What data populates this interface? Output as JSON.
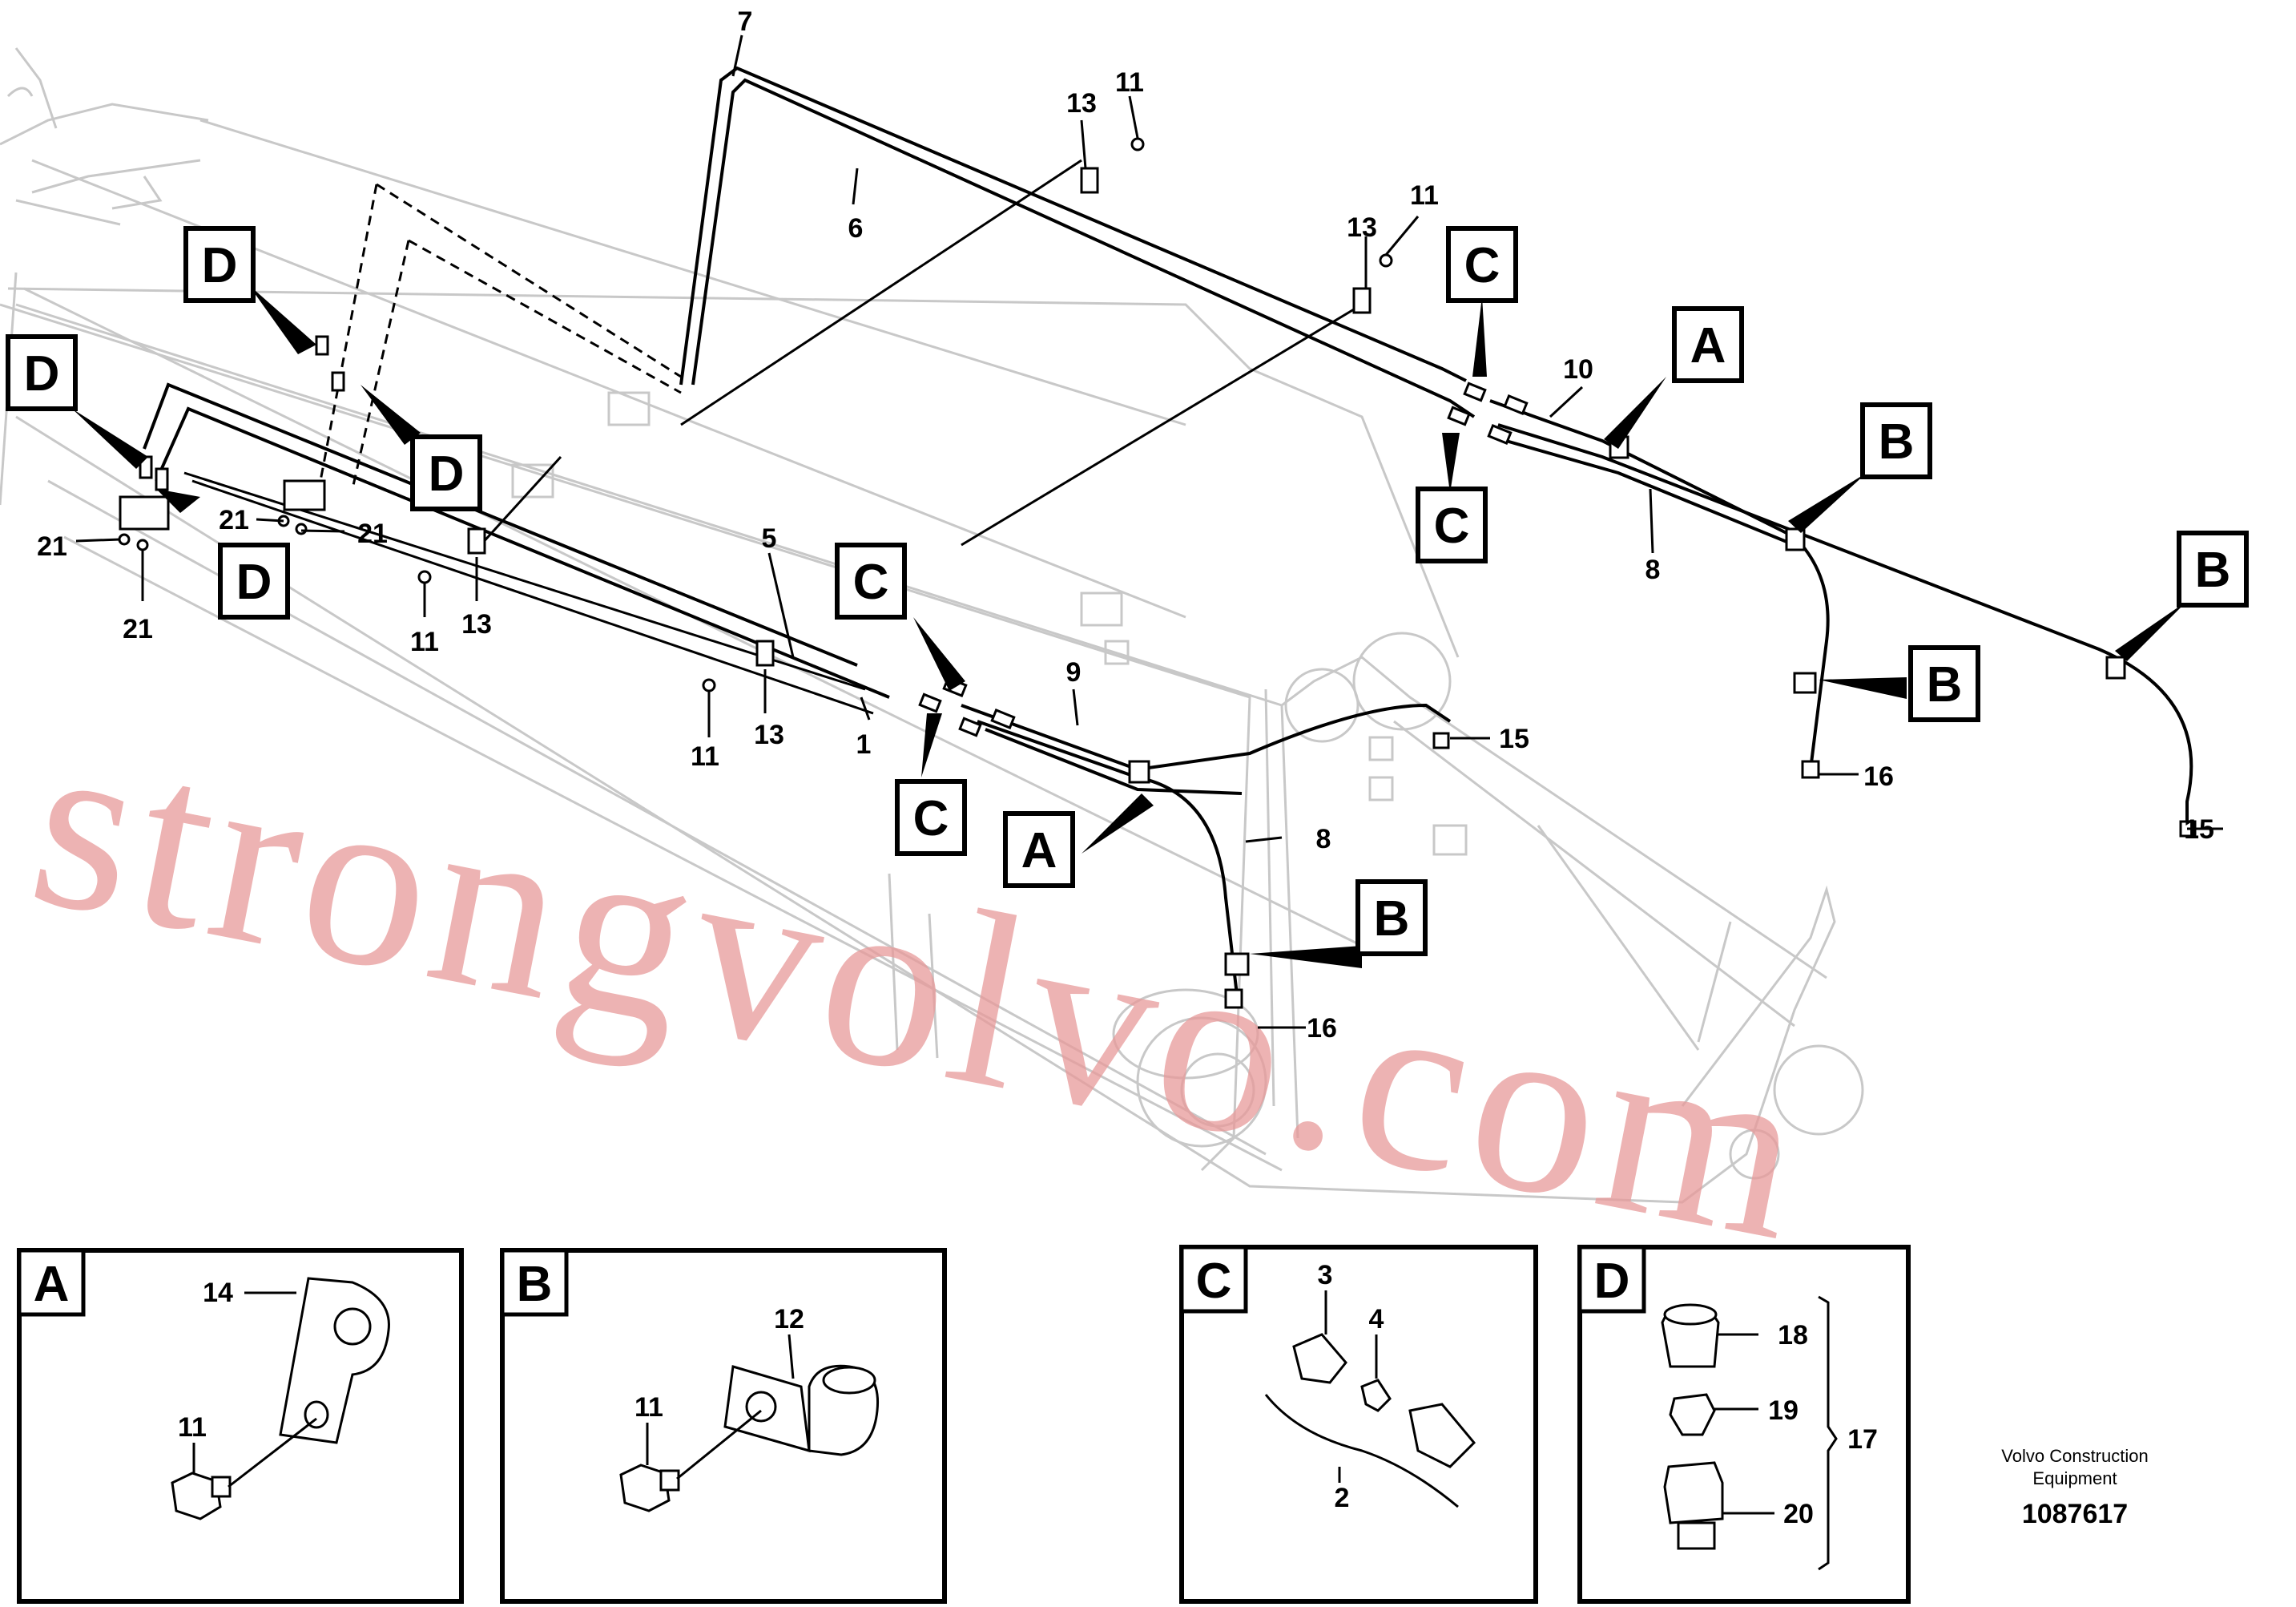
{
  "watermark": "strongvolvo.com",
  "brand": {
    "line1": "Volvo Construction",
    "line2": "Equipment"
  },
  "document_number": "1087617",
  "callouts": {
    "a": "A",
    "b": "B",
    "c": "C",
    "d": "D"
  },
  "parts": {
    "p1": "1",
    "p2": "2",
    "p3": "3",
    "p4": "4",
    "p5": "5",
    "p6": "6",
    "p7": "7",
    "p8": "8",
    "p9": "9",
    "p10": "10",
    "p11": "11",
    "p12": "12",
    "p13": "13",
    "p14": "14",
    "p15": "15",
    "p16": "16",
    "p17": "17",
    "p18": "18",
    "p19": "19",
    "p20": "20",
    "p21": "21"
  }
}
